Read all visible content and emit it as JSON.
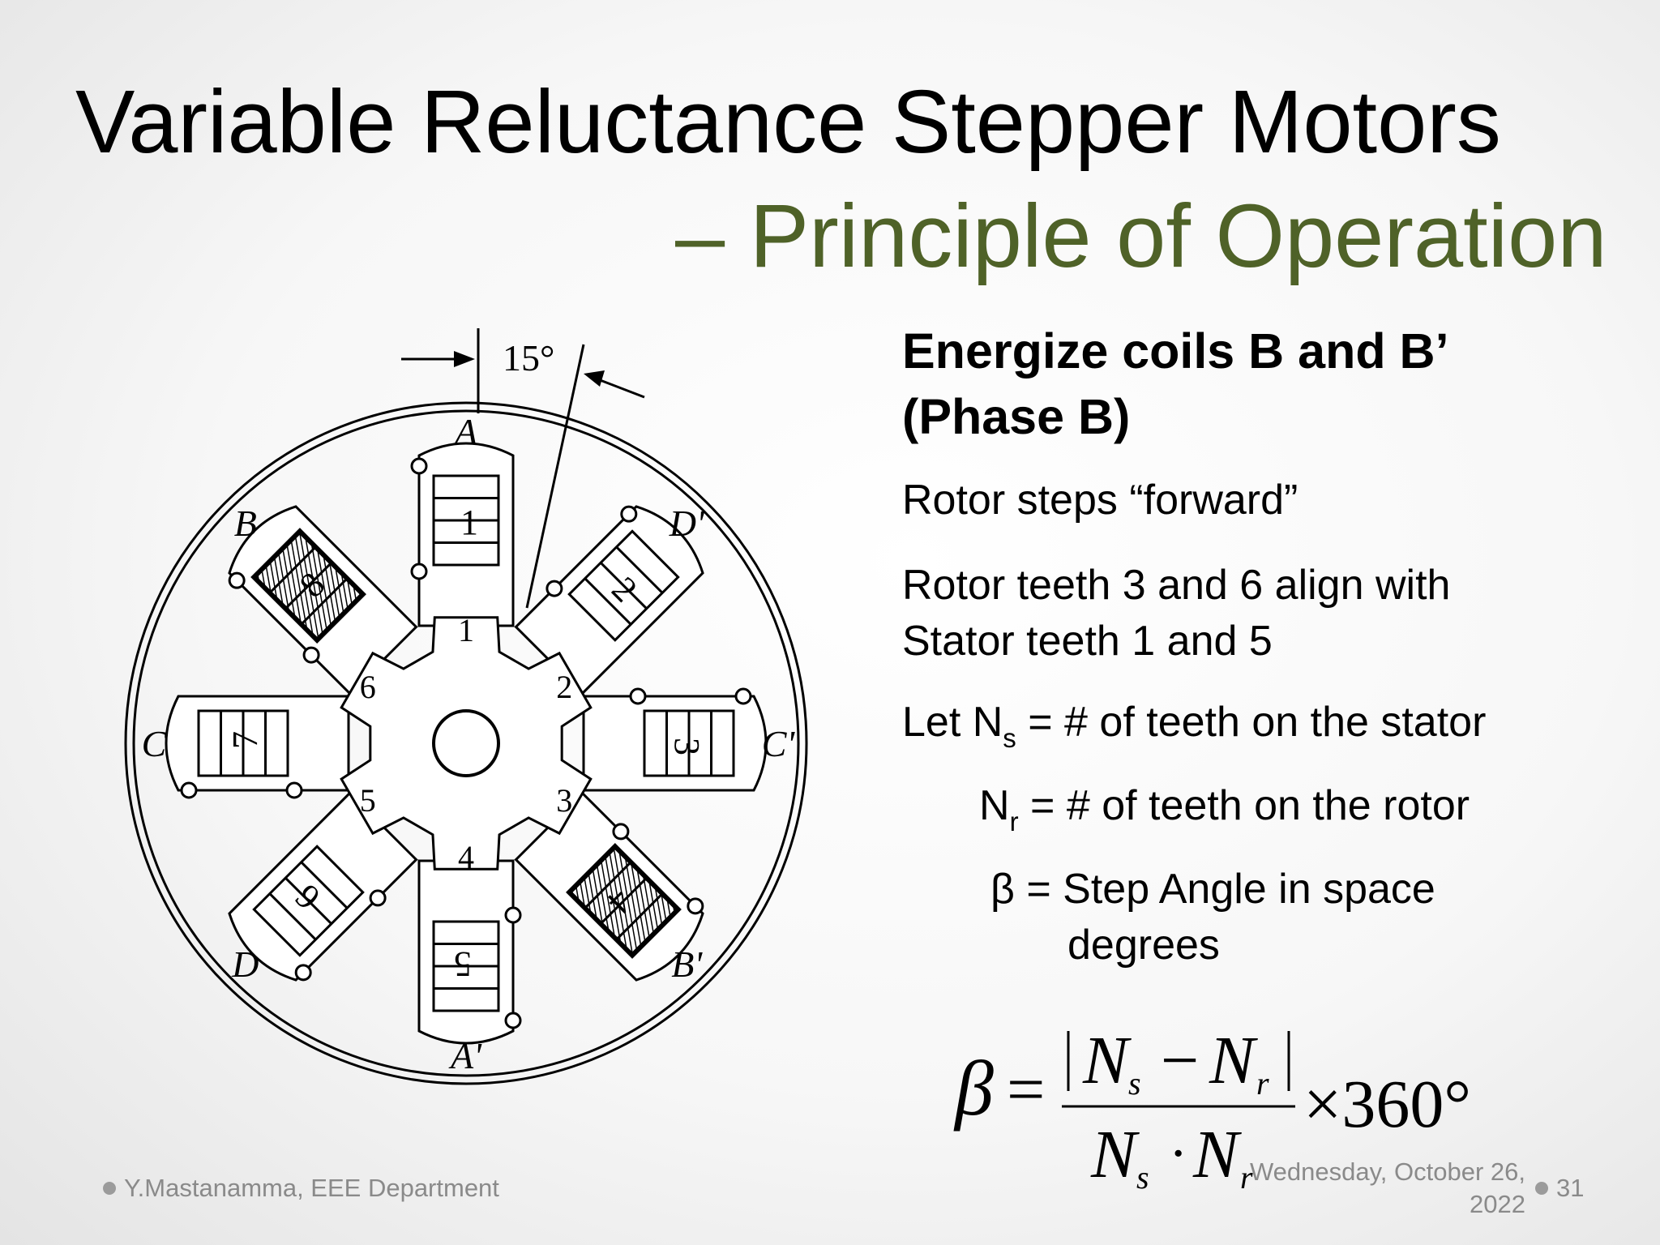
{
  "slide": {
    "title": "Variable Reluctance Stepper Motors",
    "subtitle": "– Principle of Operation",
    "accent_color": "#4f6228"
  },
  "diagram": {
    "angle_label": "15°",
    "phase_labels": [
      "A",
      "D'",
      "C'",
      "B'",
      "A'",
      "D",
      "C",
      "B"
    ],
    "stator_teeth": [
      "1",
      "2",
      "3",
      "4",
      "5",
      "6",
      "7",
      "8"
    ],
    "rotor_teeth": [
      "1",
      "2",
      "3",
      "4",
      "5",
      "6"
    ],
    "energized_teeth": [
      "4",
      "8"
    ]
  },
  "content": {
    "heading_line1": "Energize coils B and B’",
    "heading_line2": "(Phase B)",
    "step_text": "Rotor steps “forward”",
    "align_line1": "Rotor teeth 3 and 6 align with",
    "align_line2": "Stator teeth 1 and 5",
    "ns_prefix": "Let N",
    "ns_sub": "s",
    "ns_text": " = # of teeth on the stator",
    "nr_prefix": "N",
    "nr_sub": "r",
    "nr_text": " = # of teeth on the rotor",
    "beta_line1": "β = Step Angle in space",
    "beta_line2": "degrees"
  },
  "formula": {
    "lhs": "β",
    "eq": "=",
    "num_a": "N",
    "num_a_sub": "s",
    "minus": "−",
    "num_b": "N",
    "num_b_sub": "r",
    "den_a": "N",
    "den_a_sub": "s",
    "dot": "·",
    "den_b": "N",
    "den_b_sub": "r",
    "times": "×360°"
  },
  "footer": {
    "author": "Y.Mastanamma, EEE Department",
    "date_line1": "Wednesday, October 26,",
    "date_line2": "2022",
    "page": "31"
  }
}
